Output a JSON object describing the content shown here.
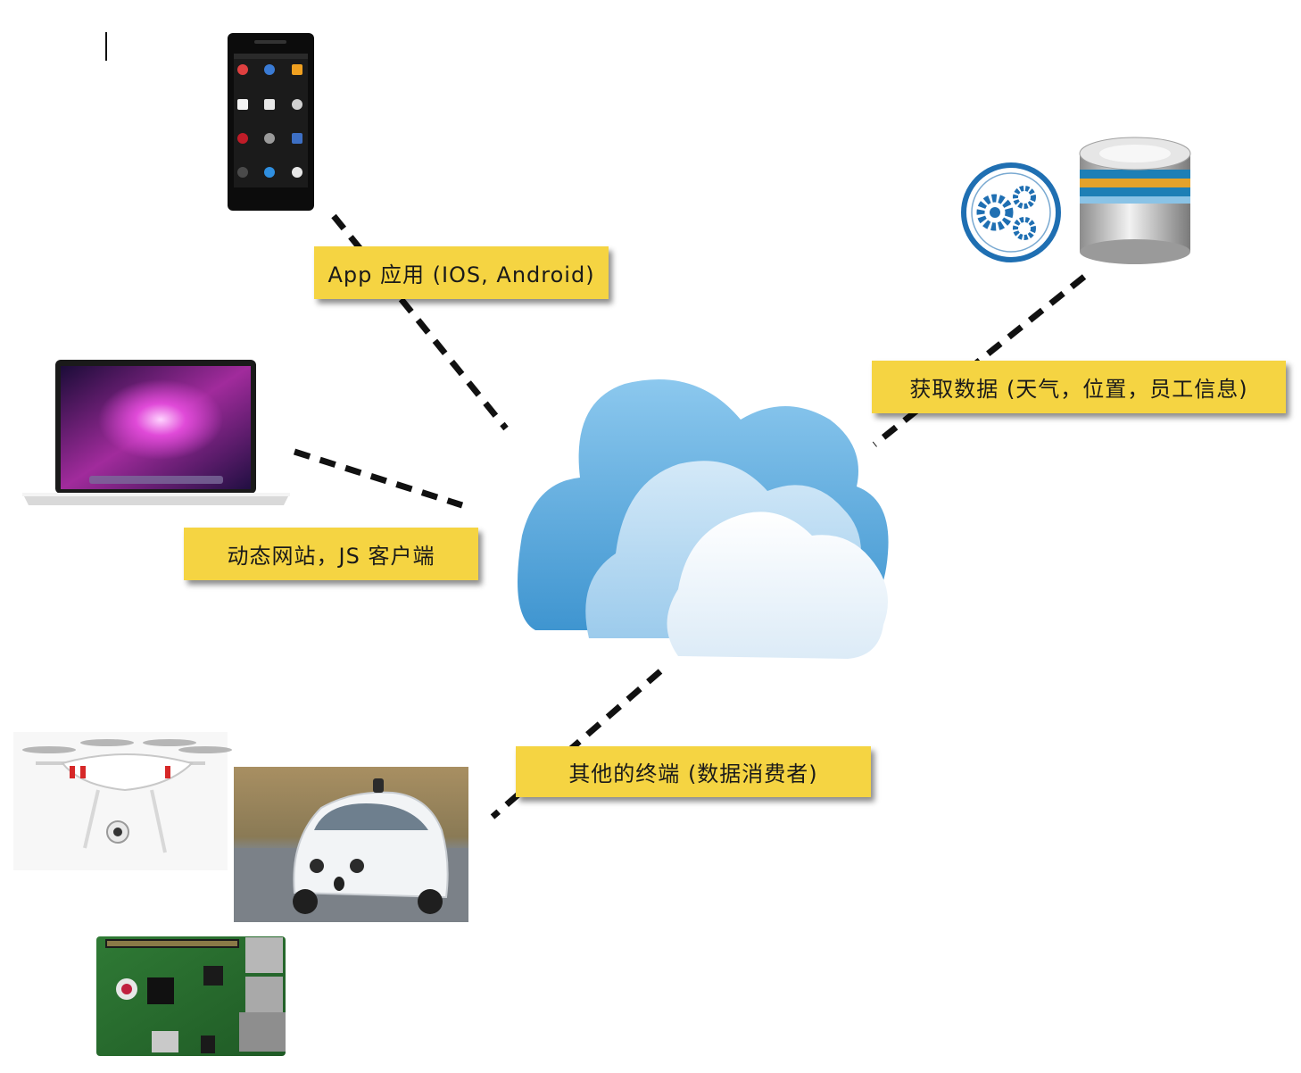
{
  "labels": {
    "app": "App 应用 (IOS, Android)",
    "web": "动态网站，JS 客户端",
    "data": "获取数据 (天气，位置，员工信息)",
    "other": "其他的终端 (数据消费者)"
  },
  "icons": {
    "center": "cloud-icon",
    "phone": "smartphone-icon",
    "laptop": "laptop-icon",
    "database": "database-icon",
    "gears": "gears-icon",
    "drone": "drone-icon",
    "car": "self-driving-car-icon",
    "board": "raspberry-pi-board-icon"
  },
  "colors": {
    "tag_fill": "#f5d442",
    "connector": "#111111",
    "cloud_dark": "#5aa9dc",
    "cloud_light": "#eef6fc",
    "gear_blue": "#1f6fb2"
  }
}
